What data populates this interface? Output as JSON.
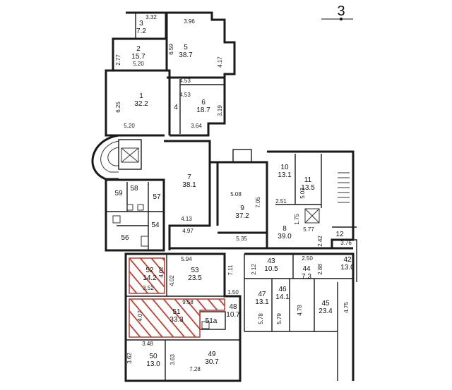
{
  "sheet": {
    "number": "3"
  },
  "colors": {
    "wall": "#1a1a1a",
    "hatch": "#c0392b"
  },
  "rooms": [
    {
      "id": "3",
      "area": "7.2"
    },
    {
      "id": "2",
      "area": "15.7"
    },
    {
      "id": "5",
      "area": "38.7"
    },
    {
      "id": "1",
      "area": "32.2"
    },
    {
      "id": "4",
      "area": ""
    },
    {
      "id": "6",
      "area": "18.7"
    },
    {
      "id": "7",
      "area": "38.1"
    },
    {
      "id": "9",
      "area": "37.2"
    },
    {
      "id": "8",
      "area": "39.0"
    },
    {
      "id": "10",
      "area": "13.1"
    },
    {
      "id": "11",
      "area": "13.5"
    },
    {
      "id": "12",
      "area": ""
    },
    {
      "id": "42",
      "area": "13.0"
    },
    {
      "id": "58",
      "area": ""
    },
    {
      "id": "59",
      "area": ""
    },
    {
      "id": "57",
      "area": ""
    },
    {
      "id": "54",
      "area": ""
    },
    {
      "id": "56",
      "area": ""
    },
    {
      "id": "52",
      "area": "14.2"
    },
    {
      "id": "53",
      "area": "23.5"
    },
    {
      "id": "43",
      "area": "10.5"
    },
    {
      "id": "44",
      "area": "7.3"
    },
    {
      "id": "47",
      "area": "13.1"
    },
    {
      "id": "46",
      "area": "14.1"
    },
    {
      "id": "45",
      "area": "23.4"
    },
    {
      "id": "51",
      "area": "33.3"
    },
    {
      "id": "48",
      "area": "10.7"
    },
    {
      "id": "51a",
      "area": ""
    },
    {
      "id": "50",
      "area": "13.0"
    },
    {
      "id": "49",
      "area": "30.7"
    }
  ],
  "dimensions": [
    "3.32",
    "3.96",
    "6.59",
    "2.77",
    "5.20",
    "4.17",
    "4.53",
    "6.25",
    "4.53",
    "5.20",
    "3.19",
    "3.64",
    "5.08",
    "7.05",
    "2.51",
    "5.03",
    "1.75",
    "5.77",
    "4.13",
    "4.97",
    "5.35",
    "2.42",
    "3.76",
    "5.94",
    "7.11",
    "2.12",
    "2.50",
    "2.88",
    "4.02",
    "4.02",
    "3.52",
    "1.50",
    "9.58",
    "4.07",
    "5.78",
    "5.79",
    "4.78",
    "4.75",
    "3.48",
    "3.62",
    "3.63",
    "7.28"
  ]
}
